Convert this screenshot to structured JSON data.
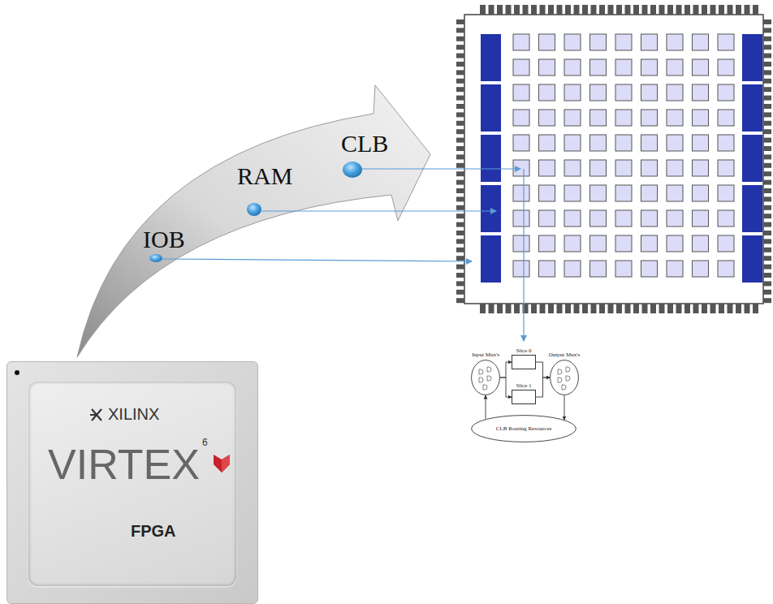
{
  "diagram": {
    "nodes": [
      {
        "text": [
          "Input Mux's"
        ]
      },
      {
        "text": [
          "Slice 0"
        ]
      },
      {
        "text": [
          "Slice 1"
        ]
      },
      {
        "text": [
          "Output Mux's"
        ]
      },
      {
        "text": [
          "CLB Routing Resources"
        ]
      },
      {
        "text": [
          "XILINX",
          "VIRTEX",
          "6",
          "FPGA"
        ]
      }
    ],
    "edges": [
      {
        "from": 0,
        "to": 1,
        "arrow": "to"
      },
      {
        "from": 0,
        "to": 2,
        "arrow": "to"
      },
      {
        "from": 1,
        "to": 3,
        "arrow": "to"
      },
      {
        "from": 2,
        "to": 3,
        "arrow": "to"
      },
      {
        "from": 4,
        "to": 0,
        "arrow": "to"
      },
      {
        "from": 3,
        "to": 4,
        "arrow": "to"
      }
    ],
    "labels": [
      "CLB",
      "RAM",
      "IOB"
    ]
  }
}
